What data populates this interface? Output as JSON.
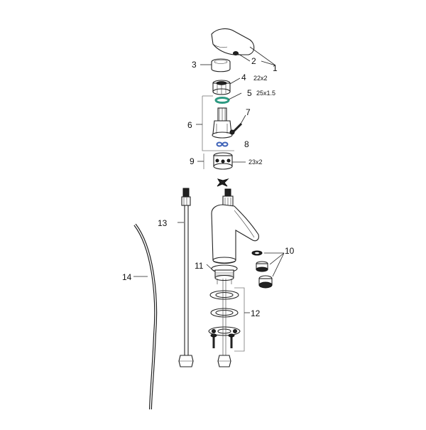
{
  "diagram": {
    "callouts": [
      {
        "id": "1",
        "label": "1"
      },
      {
        "id": "2",
        "label": "2"
      },
      {
        "id": "3",
        "label": "3"
      },
      {
        "id": "4",
        "label": "4",
        "spec": "22x2"
      },
      {
        "id": "5",
        "label": "5",
        "spec": "25x1.5"
      },
      {
        "id": "6",
        "label": "6"
      },
      {
        "id": "7",
        "label": "7"
      },
      {
        "id": "8",
        "label": "8"
      },
      {
        "id": "9",
        "label": "9",
        "spec": "23x2"
      },
      {
        "id": "10",
        "label": "10"
      },
      {
        "id": "11",
        "label": "11"
      },
      {
        "id": "12",
        "label": "12"
      },
      {
        "id": "13",
        "label": "13"
      },
      {
        "id": "14",
        "label": "14"
      }
    ],
    "colors": {
      "accent_ring": "#2e9a82",
      "o_ring": "#3f63b8",
      "line": "#222222"
    }
  }
}
